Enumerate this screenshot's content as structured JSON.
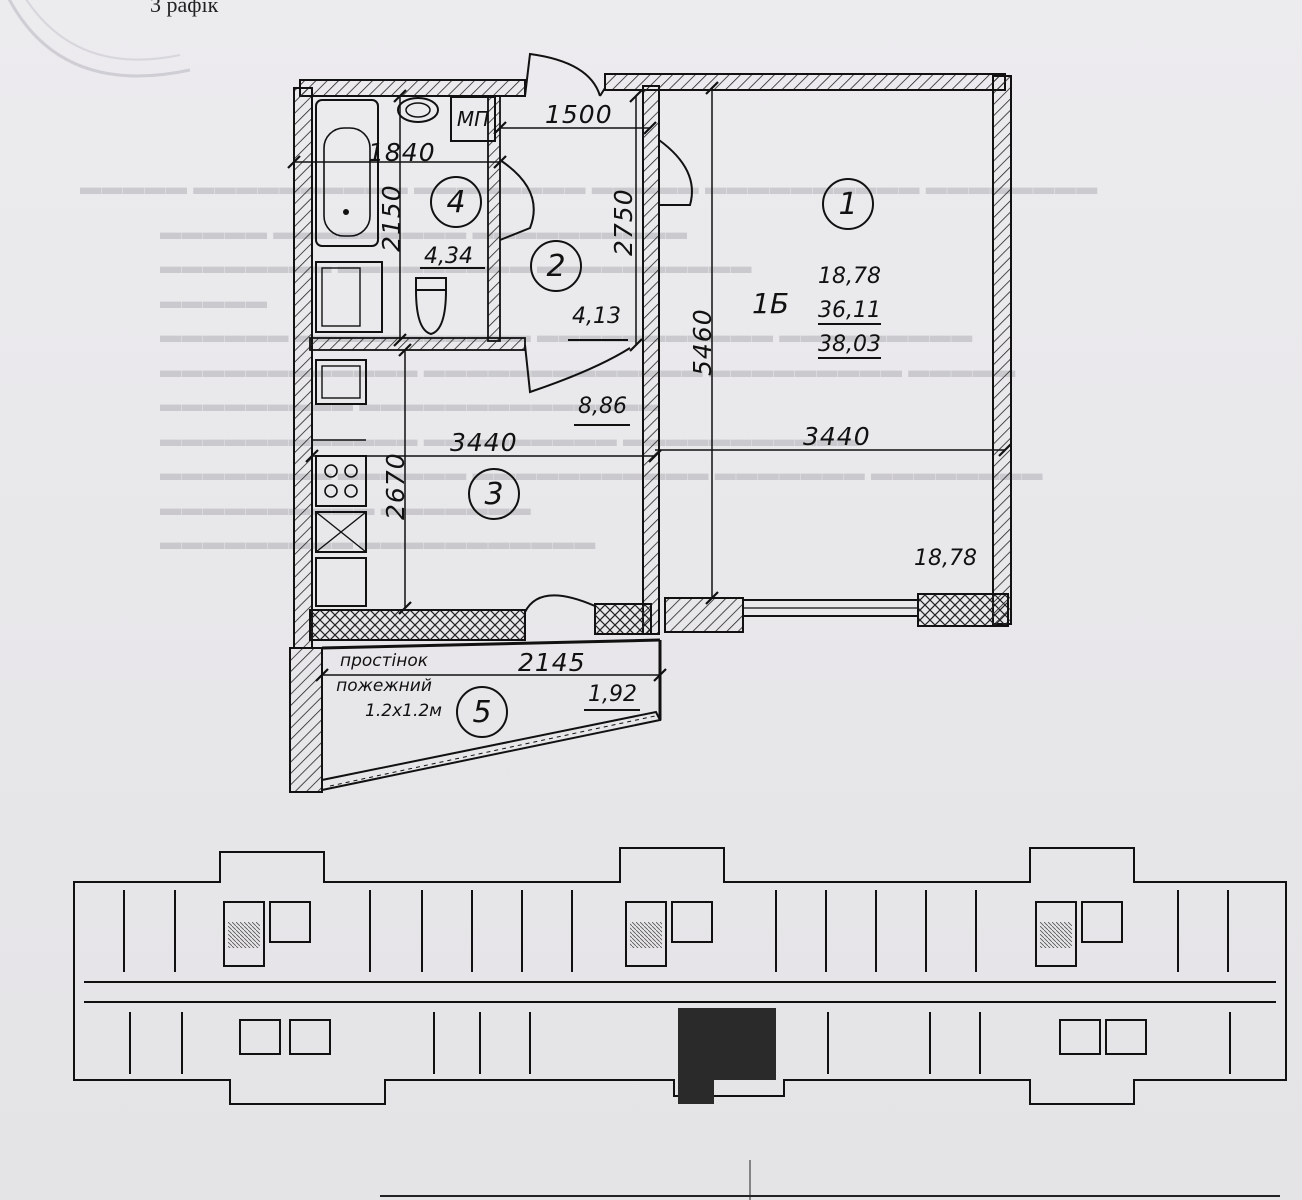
{
  "header_snippet": "3 рафік",
  "apartment": {
    "type_label": "1Б",
    "areas": [
      "18,78",
      "36,11",
      "38,03"
    ]
  },
  "rooms": [
    {
      "number": "1",
      "area": "18,78"
    },
    {
      "number": "2",
      "area": "4,13"
    },
    {
      "number": "3",
      "area": "8,86"
    },
    {
      "number": "4",
      "area": "4,34"
    },
    {
      "number": "5",
      "area": "1,92"
    }
  ],
  "service_closet": "МП",
  "dimensions": {
    "corridor_width": "1500",
    "bath_width": "1840",
    "bath_height": "2150",
    "corridor_height": "2750",
    "room_height": "5460",
    "kitchen_width": "3440",
    "room_width": "3440",
    "kitchen_height": "2670",
    "balcony_width": "2145"
  },
  "fire_partition": {
    "line1": "простінок",
    "line2": "пожежний",
    "line3": "1.2x1.2м"
  },
  "colors": {
    "ink": "#111111",
    "paper": "#e9e8ea",
    "selected_unit": "#2a2a2a"
  }
}
